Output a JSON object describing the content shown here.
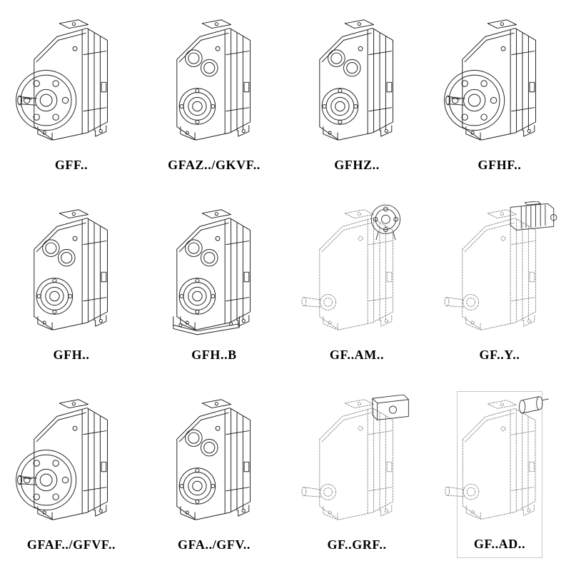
{
  "colors": {
    "background": "#ffffff",
    "line": "#202020",
    "dashed_line": "#8f8f8f",
    "frame": "#c8c8c8",
    "label": "#000000"
  },
  "grid": {
    "rows": 3,
    "cols": 4,
    "cells": [
      {
        "label": "GFF..",
        "drawing": "gearbox-with-output-flange"
      },
      {
        "label": "GFAZ../GKVF..",
        "drawing": "gearbox-with-hollow-shaft-bores"
      },
      {
        "label": "GFHZ..",
        "drawing": "gearbox-with-shrink-disc-bores"
      },
      {
        "label": "GFHF..",
        "drawing": "gearbox-with-flange-and-hollow-shaft"
      },
      {
        "label": "GFH..",
        "drawing": "gearbox-hollow-shaft"
      },
      {
        "label": "GFH..B",
        "drawing": "gearbox-hollow-shaft-with-base"
      },
      {
        "label": "GF..AM..",
        "drawing": "gearbox-with-motor-adapter-flange-phantom"
      },
      {
        "label": "GF..Y..",
        "drawing": "gearbox-with-mounted-motor-phantom"
      },
      {
        "label": "GFAF../GFVF..",
        "drawing": "gearbox-with-output-flange-variant"
      },
      {
        "label": "GFA../GFV..",
        "drawing": "gearbox-with-bores-variant"
      },
      {
        "label": "GF..GRF..",
        "drawing": "gearbox-with-gear-adapter-box-phantom"
      },
      {
        "label": "GF..AD..",
        "drawing": "gearbox-with-input-shaft-adapter-phantom"
      }
    ]
  }
}
